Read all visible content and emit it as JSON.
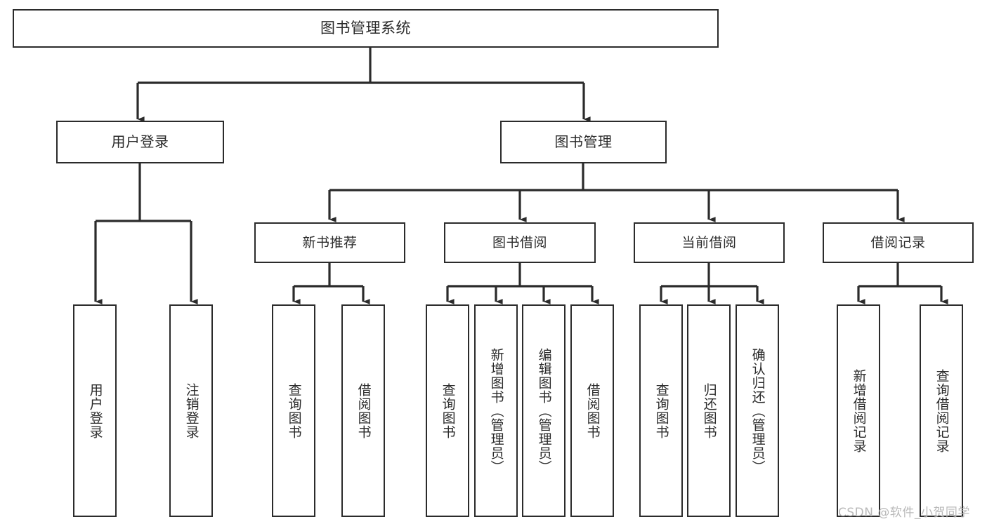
{
  "diagram": {
    "title": "图书管理系统",
    "type": "hierarchy-tree",
    "watermark": "CSDN @软件_小贺同学",
    "colors": {
      "stroke": "#2b2b2b",
      "fill": "#ffffff",
      "text": "#2b2b2b",
      "watermark": "#b9b9b9"
    },
    "nodes": {
      "root": {
        "label": "图书管理系统"
      },
      "level2": [
        {
          "label": "用户登录"
        },
        {
          "label": "图书管理"
        }
      ],
      "level3": [
        {
          "label": "新书推荐"
        },
        {
          "label": "图书借阅"
        },
        {
          "label": "当前借阅"
        },
        {
          "label": "借阅记录"
        }
      ],
      "leaves": {
        "user_login": [
          {
            "label": "用户登录"
          },
          {
            "label": "注销登录"
          }
        ],
        "new_book": [
          {
            "label": "查询图书"
          },
          {
            "label": "借阅图书"
          }
        ],
        "borrow_book": [
          {
            "label": "查询图书"
          },
          {
            "label": "新增图书（管理员）"
          },
          {
            "label": "编辑图书（管理员）"
          },
          {
            "label": "借阅图书"
          }
        ],
        "current_borrow": [
          {
            "label": "查询图书"
          },
          {
            "label": "归还图书"
          },
          {
            "label": "确认归还（管理员）"
          }
        ],
        "borrow_record": [
          {
            "label": "新增借阅记录"
          },
          {
            "label": "查询借阅记录"
          }
        ]
      }
    }
  }
}
